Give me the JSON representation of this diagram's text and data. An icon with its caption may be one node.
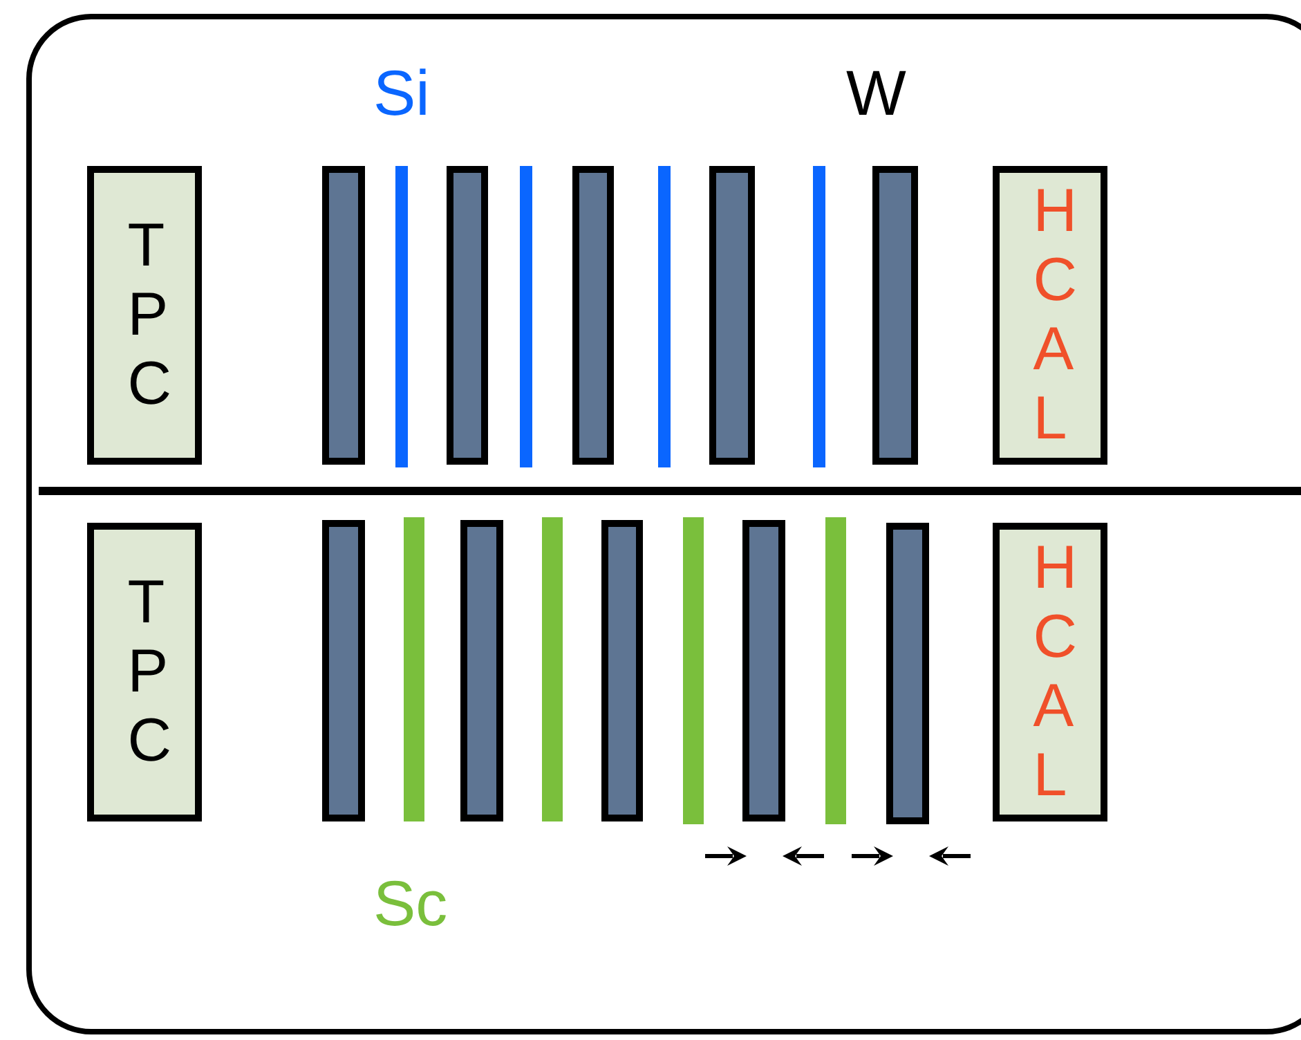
{
  "diagram": {
    "nodes": [
      {
        "text": [
          "TPC"
        ]
      },
      {
        "text": [],
        "shape": "box"
      },
      {
        "text": [],
        "shape": "bar"
      },
      {
        "text": [],
        "shape": "box"
      },
      {
        "text": [],
        "shape": "bar"
      },
      {
        "text": [],
        "shape": "box"
      },
      {
        "text": [],
        "shape": "bar"
      },
      {
        "text": [],
        "shape": "box"
      },
      {
        "text": [],
        "shape": "bar"
      },
      {
        "text": [],
        "shape": "box"
      },
      {
        "text": [
          "HCAL"
        ]
      },
      {
        "text": [
          "TPC"
        ]
      },
      {
        "text": [],
        "shape": "box"
      },
      {
        "text": [],
        "shape": "bar"
      },
      {
        "text": [],
        "shape": "box"
      },
      {
        "text": [],
        "shape": "bar"
      },
      {
        "text": [],
        "shape": "box"
      },
      {
        "text": [],
        "shape": "bar"
      },
      {
        "text": [],
        "shape": "box"
      },
      {
        "text": [],
        "shape": "bar"
      },
      {
        "text": [],
        "shape": "box"
      },
      {
        "text": [
          "HCAL"
        ]
      }
    ],
    "edges": [],
    "labels": [
      "Si",
      "W",
      "Sc"
    ]
  }
}
